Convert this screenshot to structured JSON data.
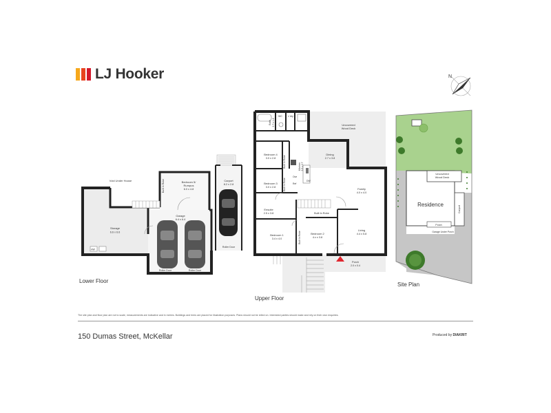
{
  "brand": {
    "name": "LJ Hooker",
    "colors": [
      "#f6a81c",
      "#e8431f",
      "#d4182b"
    ]
  },
  "compass": {
    "label": "N"
  },
  "floors": {
    "lower": "Lower Floor",
    "upper": "Upper Floor",
    "site": "Site Plan"
  },
  "lower_rooms": {
    "void": "Void Under House",
    "storage_name": "Storage",
    "storage_dim": "6.6 x 6.6",
    "bir": "Built In Robe",
    "bedroom5_name": "Bedroom 5/",
    "bedroom5_name2": "Rumpus",
    "bedroom5_dim": "6.0 x 4.8",
    "carport_name": "Carport",
    "carport_dim": "8.2 x 2.8",
    "garage_name": "Garage",
    "garage_dim": "6.4 x 6.4",
    "roller1": "Roller Door",
    "roller2": "Roller Door",
    "roller3": "Roller Door",
    "hw": "HW"
  },
  "upper_rooms": {
    "bath": "Bath",
    "bath_dim": "2.7 x 1.6",
    "wc": "WC",
    "ldry": "L'dry",
    "deck_name": "Uncovered",
    "deck_name2": "Wood Deck",
    "bedroom4_name": "Bedroom 4",
    "bedroom4_dim": "3.0 x 2.8",
    "bedroom3_name": "Bedroom 3",
    "bedroom3_dim": "3.0 x 2.8",
    "dining_name": "Dining",
    "dining_dim": "2.7 x 3.8",
    "kitchen_name": "Kitchen",
    "kitchen_dim": "3.5 x 2.7",
    "family_name": "Family",
    "family_dim": "4.0 x 4.0",
    "ensuite_name": "Ensuite",
    "ensuite_dim": "2.5 x 3.8",
    "bedroom1_name": "Bedroom 1",
    "bedroom1_dim": "3.4 x 4.0",
    "bedroom2_name": "Bedroom 2",
    "bedroom2_dim": "4.x x 3.8",
    "living_name": "Living",
    "living_dim": "4.4 x 5.8",
    "porch_name": "Porch",
    "porch_dim": "2.0 x 0.4",
    "bir1": "Built In Robe",
    "bir2": "Built In Robe",
    "bir3": "Built In Robe",
    "bir4": "Built In Robe",
    "dw": "DW",
    "ref": "Ref",
    "ove": "Ove"
  },
  "site": {
    "residence": "Residence",
    "deck_name": "Uncovered",
    "deck_name2": "Wood Deck",
    "carport": "Carport",
    "porch": "Porch",
    "garage": "Garage Under Porch"
  },
  "disclaimer": "The site plan and floor plan are not to scale, measurements are indicative and in metres. Buildings and trees are placed for illustration purposes. Plans should not be relied on. Interested parties should make and rely on their own enquiries.",
  "address": "150 Dumas Street, McKellar",
  "produced_by_label": "Produced by",
  "produced_by_brand": "DIAKRIT"
}
